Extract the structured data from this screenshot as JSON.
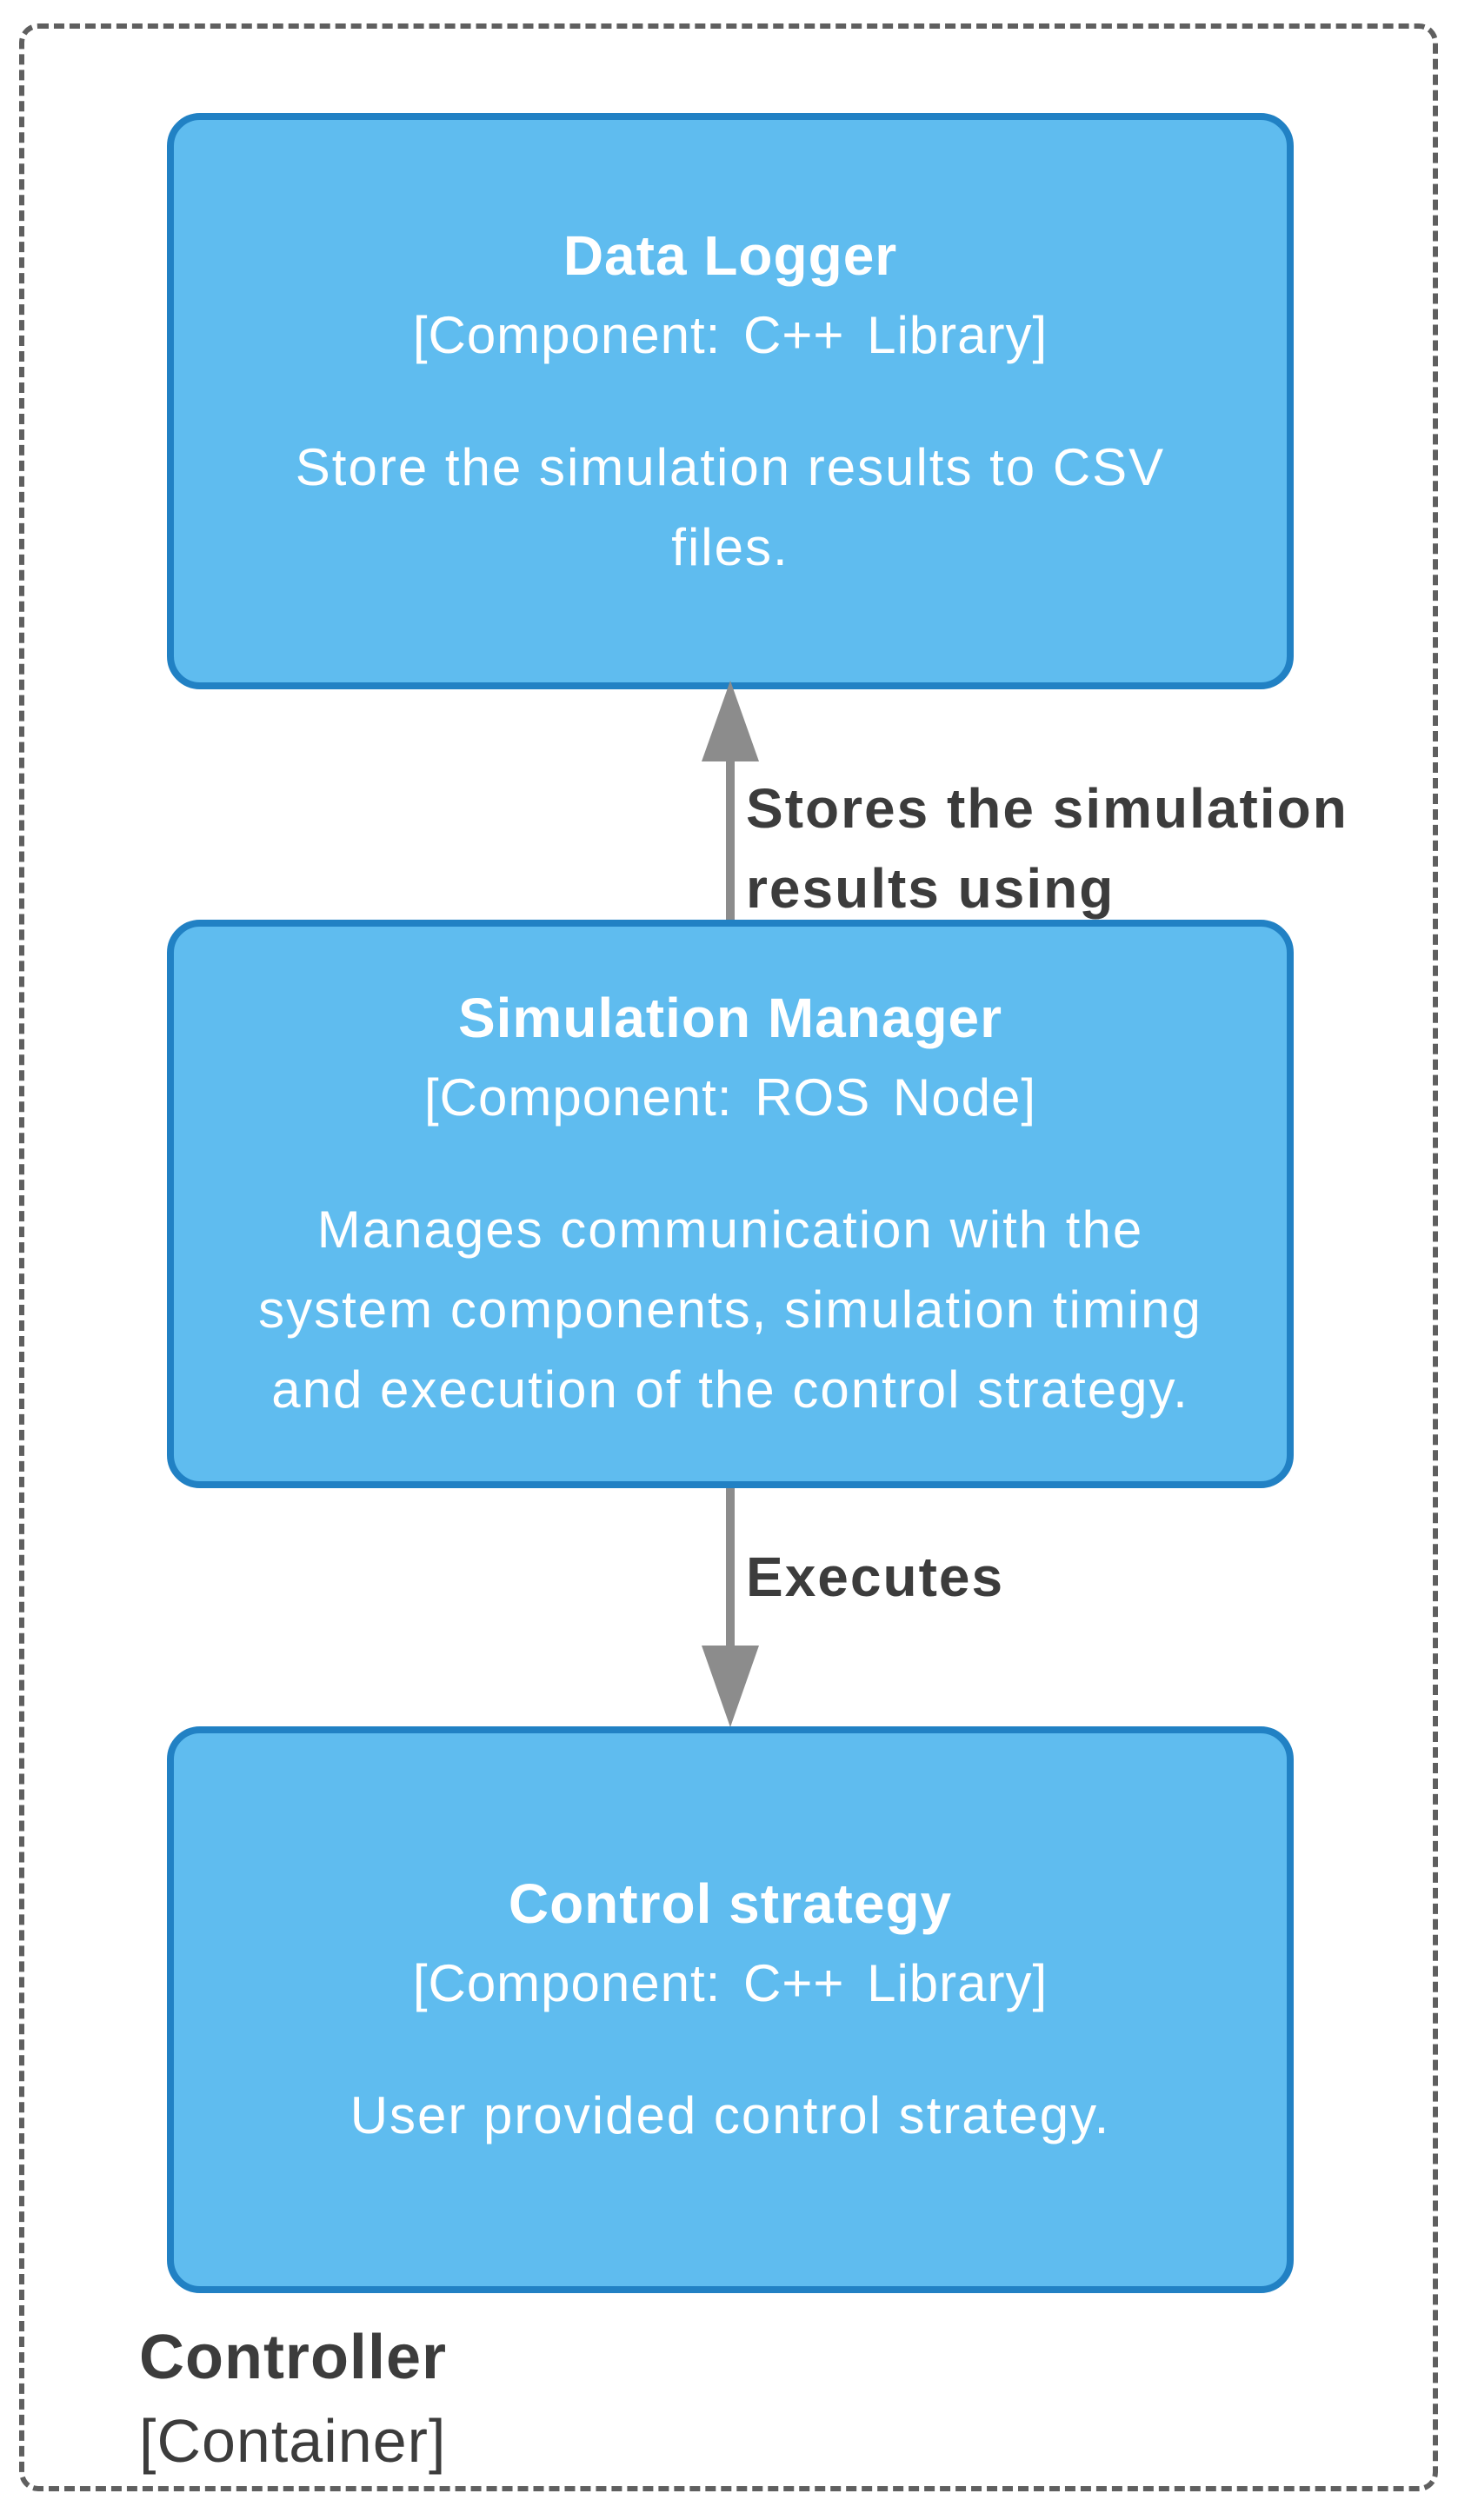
{
  "diagram": {
    "caption": {
      "name": "Controller",
      "type": "[Container]"
    },
    "components": [
      {
        "id": "data-logger",
        "title": "Data Logger",
        "subtitle": "[Component: C++ Library]",
        "description": "Store the simulation results to CSV files.",
        "description_lines": [
          "Store the simulation results to CSV",
          "files."
        ]
      },
      {
        "id": "simulation-manager",
        "title": "Simulation Manager",
        "subtitle": "[Component: ROS Node]",
        "description": "Manages communication with the system components, simulation timing and execution of the control strategy.",
        "description_lines": [
          "Manages communication with the",
          "system components, simulation timing",
          "and execution of the control strategy."
        ]
      },
      {
        "id": "control-strategy",
        "title": "Control strategy",
        "subtitle": "[Component: C++ Library]",
        "description": "User provided control strategy.",
        "description_lines": [
          "User provided control strategy."
        ]
      }
    ],
    "relationships": [
      {
        "label": "Stores the simulation results using",
        "label_lines": [
          "Stores the simulation",
          "results using"
        ],
        "direction": "up"
      },
      {
        "label": "Executes",
        "label_lines": [
          "Executes"
        ],
        "direction": "down"
      }
    ],
    "colors": {
      "box-fill": "#5FBCEF",
      "box-border": "#2181C4",
      "arrow": "#8C8C8C",
      "label": "#3C3C3C",
      "dash": "#5F5F5F",
      "text": "#FFFFFF",
      "bg": "#FFFFFF"
    }
  }
}
